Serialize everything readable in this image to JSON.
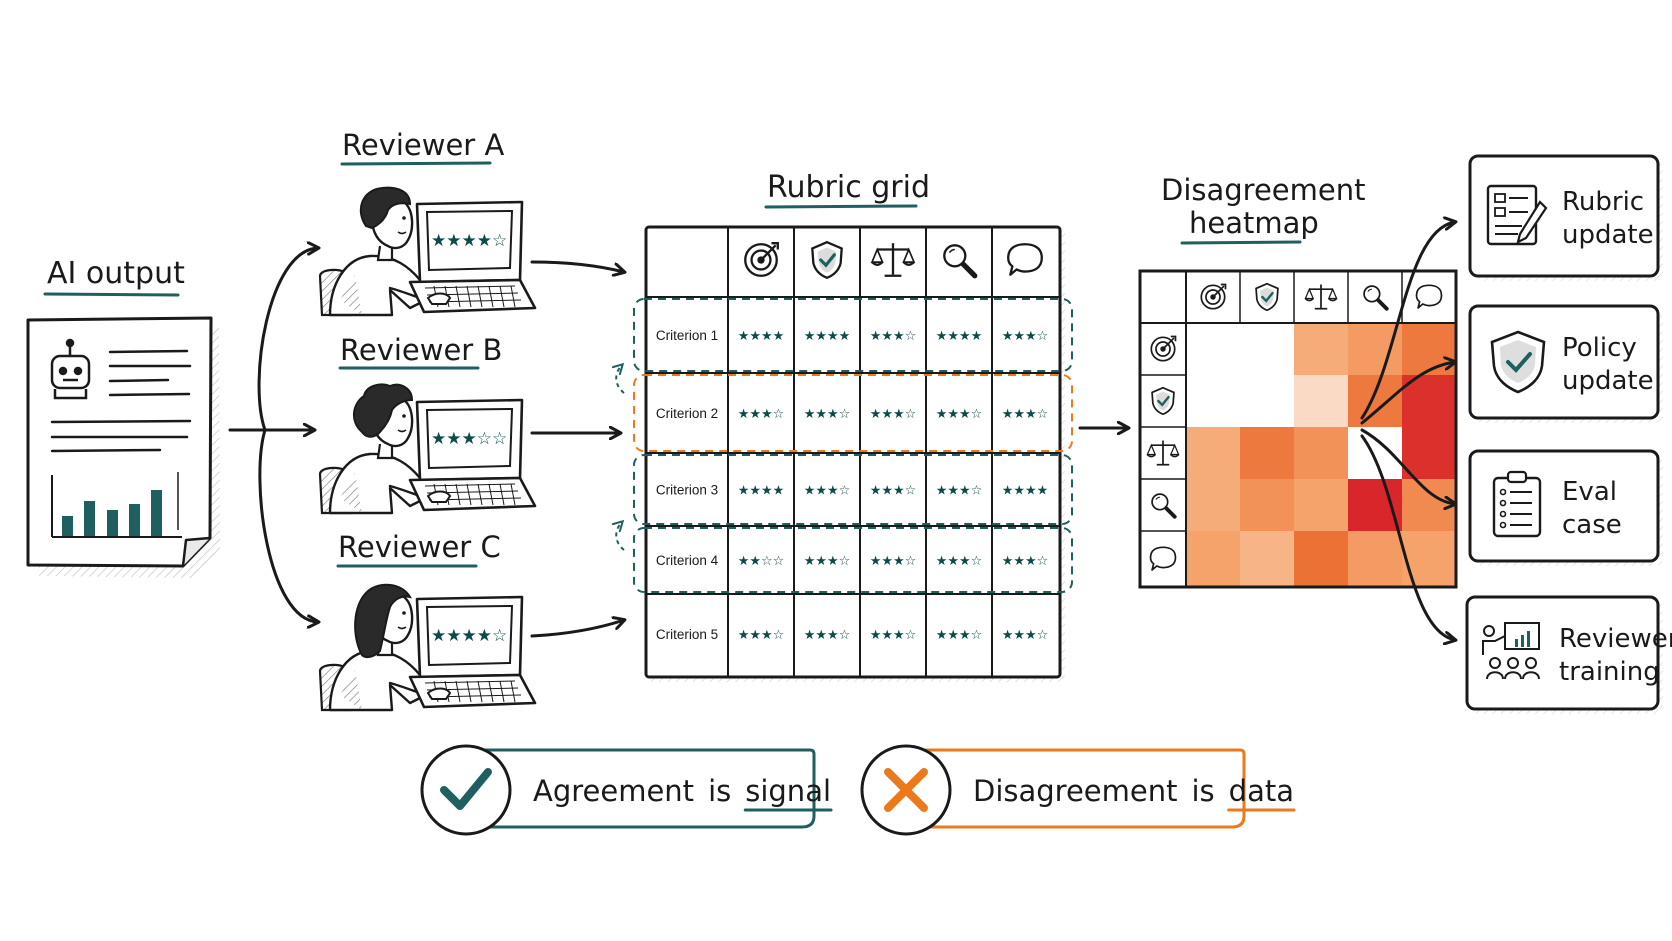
{
  "labels": {
    "ai_output": "AI output",
    "reviewer_a": "Reviewer A",
    "reviewer_b": "Reviewer B",
    "reviewer_c": "Reviewer C",
    "rubric_grid": "Rubric grid",
    "heatmap_line1": "Disagreement",
    "heatmap_line2": "heatmap"
  },
  "reviewer_screens": [
    {
      "rating": 4,
      "max": 5
    },
    {
      "rating": 3,
      "max": 5
    },
    {
      "rating": 4,
      "max": 5
    }
  ],
  "rubric": {
    "columns": [
      "target-icon",
      "shield-check-icon",
      "balance-scale-icon",
      "magnifier-icon",
      "speech-bubble-icon"
    ],
    "rows": [
      {
        "label": "Criterion 1",
        "ratings": [
          4,
          4,
          3,
          4,
          3
        ],
        "highlight": "teal"
      },
      {
        "label": "Criterion 2",
        "ratings": [
          3,
          3,
          3,
          3,
          3
        ],
        "highlight": "orange"
      },
      {
        "label": "Criterion 3",
        "ratings": [
          4,
          3,
          3,
          3,
          4
        ],
        "highlight": "teal"
      },
      {
        "label": "Criterion 4",
        "ratings": [
          2,
          3,
          3,
          3,
          3
        ],
        "highlight": "teal"
      },
      {
        "label": "Criterion 5",
        "ratings": [
          3,
          3,
          3,
          3,
          3
        ],
        "highlight": "none"
      }
    ]
  },
  "heatmap": {
    "icons": [
      "target-icon",
      "shield-check-icon",
      "balance-scale-icon",
      "magnifier-icon",
      "speech-bubble-icon"
    ],
    "values": [
      [
        0.0,
        0.0,
        0.3,
        0.4,
        0.6
      ],
      [
        0.0,
        0.0,
        0.05,
        0.6,
        0.95
      ],
      [
        0.3,
        0.6,
        0.45,
        0.0,
        0.95
      ],
      [
        0.3,
        0.45,
        0.35,
        1.0,
        0.5
      ],
      [
        0.35,
        0.25,
        0.65,
        0.4,
        0.35
      ]
    ]
  },
  "outcomes": [
    {
      "icon": "rubric-doc-icon",
      "line1": "Rubric",
      "line2": "update"
    },
    {
      "icon": "policy-shield-icon",
      "line1": "Policy",
      "line2": "update"
    },
    {
      "icon": "clipboard-icon",
      "line1": "Eval",
      "line2": "case"
    },
    {
      "icon": "training-icon",
      "line1": "Reviewer",
      "line2": "training"
    }
  ],
  "legend": [
    {
      "icon": "check-icon",
      "word1": "Agreement",
      "word2": "is",
      "word3": "signal",
      "color": "#1f5f5f"
    },
    {
      "icon": "cross-icon",
      "word1": "Disagreement",
      "word2": "is",
      "word3": "data",
      "color": "#ec7a1c"
    }
  ],
  "colors": {
    "ink": "#1a1a1a",
    "teal": "#1f5f5f",
    "orange": "#ec7a1c",
    "heat_low": "#fbe3d3",
    "heat_high": "#d8262b"
  }
}
